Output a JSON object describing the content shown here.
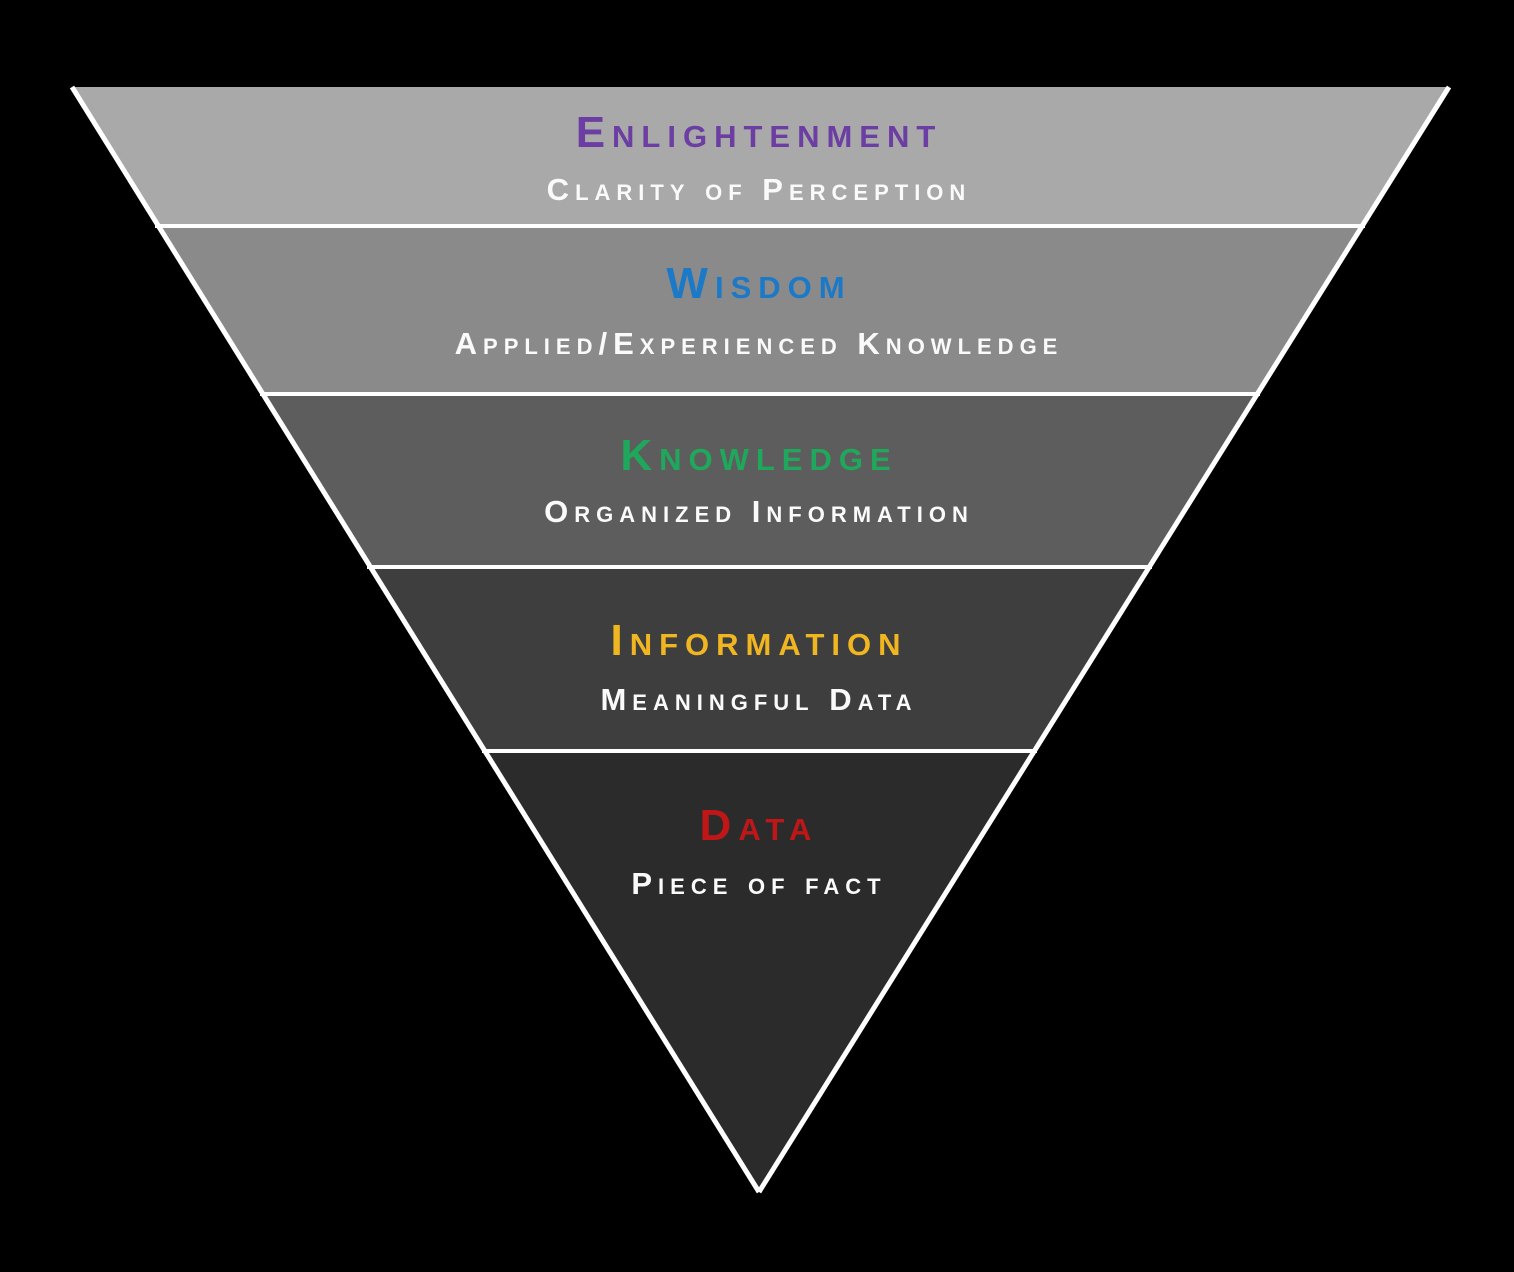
{
  "background_color": "#000000",
  "pyramid": {
    "edge_color": "#ffffff",
    "subtitle_color": "#fafafa",
    "layers": [
      {
        "title": "Enlightenment",
        "subtitle": "Clarity of Perception",
        "title_color": "#6c3da2",
        "band_color": "#a9a9a9"
      },
      {
        "title": "Wisdom",
        "subtitle": "Applied/Experienced Knowledge",
        "title_color": "#1c79c8",
        "band_color": "#8a8a8a"
      },
      {
        "title": "Knowledge",
        "subtitle": "Organized Information",
        "title_color": "#1fa85c",
        "band_color": "#5d5d5d"
      },
      {
        "title": "Information",
        "subtitle": "Meaningful Data",
        "title_color": "#f0b622",
        "band_color": "#3e3e3e"
      },
      {
        "title": "Data",
        "subtitle": "Piece of fact",
        "title_color": "#bf1717",
        "band_color": "#2b2b2b"
      }
    ]
  }
}
